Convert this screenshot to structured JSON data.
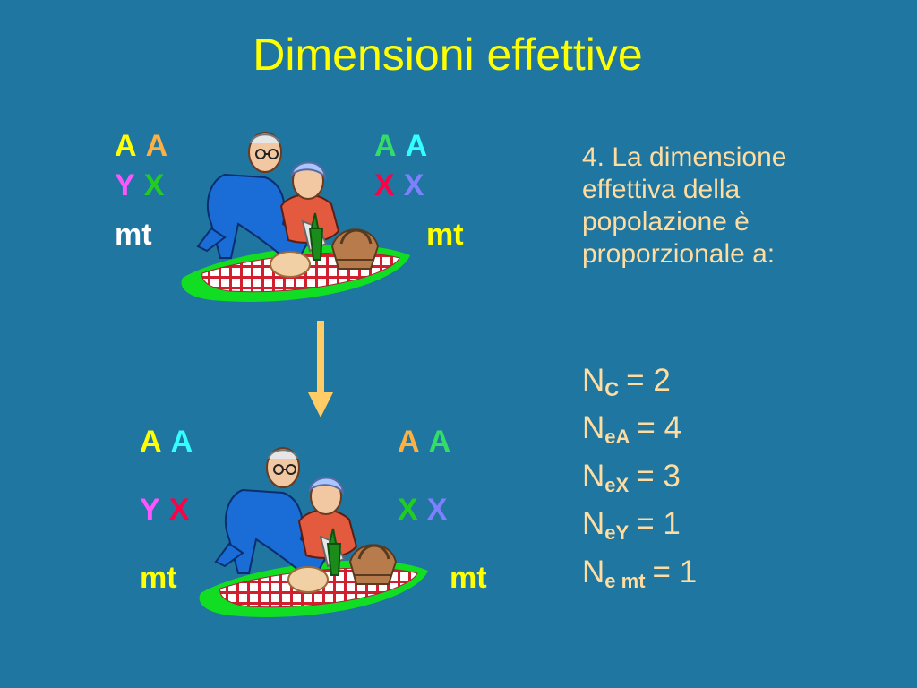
{
  "title": "Dimensioni effettive",
  "top": {
    "left": {
      "row1": [
        "A",
        "A"
      ],
      "row2": [
        "Y",
        "X"
      ],
      "row3": "mt"
    },
    "right": {
      "row1": [
        "A",
        "A"
      ],
      "row2": [
        "X",
        "X"
      ],
      "row3": "mt"
    }
  },
  "bottom": {
    "left": {
      "row1": [
        "A",
        "A"
      ],
      "row2": [
        "Y",
        "X"
      ],
      "row3": "mt"
    },
    "right": {
      "row1": [
        "A",
        "A"
      ],
      "row2": [
        "X",
        "X"
      ],
      "row3": "mt"
    }
  },
  "description": "4. La dimensione effettiva della popolazione è proporzionale a:",
  "equations": [
    {
      "base": "N",
      "sub": "C",
      "rhs": "= 2"
    },
    {
      "base": "N",
      "sub": "eA",
      "rhs": "= 4"
    },
    {
      "base": "N",
      "sub": "eX",
      "rhs": "= 3"
    },
    {
      "base": "N",
      "sub": "eY",
      "rhs": "= 1"
    },
    {
      "base": "N",
      "sub": "e mt",
      "rhs": "= 1"
    }
  ],
  "colors": {
    "background": "#1f76a0",
    "title": "#ffff00",
    "text": "#ffdca0",
    "yellow": "#ffff00",
    "orange": "#ffb040",
    "green": "#33dd66",
    "cyan": "#33ffff",
    "magenta": "#ff55ff",
    "lime": "#22cc22",
    "red": "#ff0044",
    "periwinkle": "#7f7fff",
    "white": "#ffffff",
    "arrow": "#ffcc66"
  }
}
